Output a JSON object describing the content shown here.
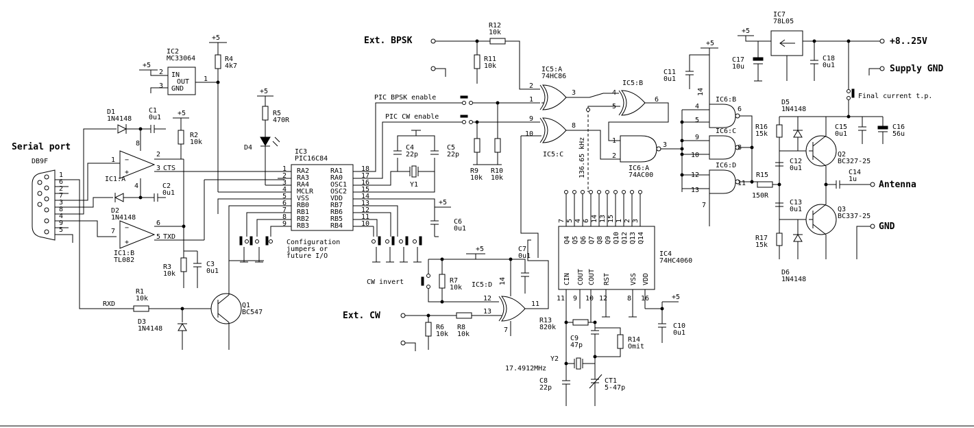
{
  "parts": {
    "ic1a": "IC1:A",
    "ic1b": "IC1:B",
    "ic1b_type": "TL082",
    "ic2": "IC2",
    "ic2_type": "MC33064",
    "ic2_in": "IN",
    "ic2_out": "OUT",
    "ic2_gnd": "GND",
    "ic3": "IC3",
    "ic3_type": "PIC16C84",
    "ic4": "IC4",
    "ic4_type": "74HC4060",
    "ic5a": "IC5:A",
    "ic5a_type": "74HC86",
    "ic5b": "IC5:B",
    "ic5c": "IC5:C",
    "ic5d": "IC5:D",
    "ic6a": "IC6:A",
    "ic6a_type": "74AC00",
    "ic6b": "IC6:B",
    "ic6c": "IC6:C",
    "ic6d": "IC6:D",
    "ic7": "IC7",
    "ic7_type": "78L05",
    "r1": "R1",
    "r1_v": "10k",
    "r2": "R2",
    "r2_v": "10k",
    "r3": "R3",
    "r3_v": "10k",
    "r4": "R4",
    "r4_v": "4k7",
    "r5": "R5",
    "r5_v": "470R",
    "r6": "R6",
    "r6_v": "10k",
    "r7": "R7",
    "r7_v": "10k",
    "r8": "R8",
    "r8_v": "10k",
    "r9": "R9",
    "r9_v": "10k",
    "r10": "R10",
    "r10_v": "10k",
    "r11": "R11",
    "r11_v": "10k",
    "r12": "R12",
    "r12_v": "10k",
    "r13": "R13",
    "r13_v": "820k",
    "r14": "R14",
    "r14_v": "Omit",
    "r15": "R15",
    "r15_v": "150R",
    "r16": "R16",
    "r16_v": "15k",
    "r17": "R17",
    "r17_v": "15k",
    "c1": "C1",
    "c1_v": "0u1",
    "c2": "C2",
    "c2_v": "0u1",
    "c3": "C3",
    "c3_v": "0u1",
    "c4": "C4",
    "c4_v": "22p",
    "c5": "C5",
    "c5_v": "22p",
    "c6": "C6",
    "c6_v": "0u1",
    "c7": "C7",
    "c7_v": "0u1",
    "c8": "C8",
    "c8_v": "22p",
    "c9": "C9",
    "c9_v": "47p",
    "c10": "C10",
    "c10_v": "0u1",
    "c11": "C11",
    "c11_v": "0u1",
    "c12": "C12",
    "c12_v": "0u1",
    "c13": "C13",
    "c13_v": "0u1",
    "c14": "C14",
    "c14_v": "1u",
    "c15": "C15",
    "c15_v": "0u1",
    "c16": "C16",
    "c16_v": "56u",
    "c17": "C17",
    "c17_v": "10u",
    "c18": "C18",
    "c18_v": "0u1",
    "ct1": "CT1",
    "ct1_v": "5-47p",
    "d1": "D1",
    "d1_v": "1N4148",
    "d2": "D2",
    "d2_v": "1N4148",
    "d3": "D3",
    "d3_v": "1N4148",
    "d4": "D4",
    "d5": "D5",
    "d5_v": "1N4148",
    "d6": "D6",
    "d6_v": "1N4148",
    "q1": "Q1",
    "q1_v": "BC547",
    "q2": "Q2",
    "q2_v": "BC327-25",
    "q3": "Q3",
    "q3_v": "BC337-25",
    "y1": "Y1",
    "y2": "Y2",
    "y2_v": "17.4912MHz",
    "db9": "DB9F"
  },
  "pins": {
    "ic3_left": [
      "RA2",
      "RA3",
      "RA4",
      "MCLR",
      "VSS",
      "RB0",
      "RB1",
      "RB2",
      "RB3"
    ],
    "ic3_left_num": [
      "1",
      "2",
      "3",
      "4",
      "5",
      "6",
      "7",
      "8",
      "9"
    ],
    "ic3_right": [
      "RA1",
      "RA0",
      "OSC1",
      "OSC2",
      "VDD",
      "RB7",
      "RB6",
      "RB5",
      "RB4"
    ],
    "ic3_right_num": [
      "18",
      "17",
      "16",
      "15",
      "14",
      "13",
      "12",
      "11",
      "10"
    ],
    "ic4_top": [
      "Q4",
      "Q5",
      "Q6",
      "Q7",
      "Q8",
      "Q9",
      "Q10",
      "Q12",
      "Q13",
      "Q14"
    ],
    "ic4_top_num": [
      "7",
      "5",
      "4",
      "6",
      "14",
      "13",
      "15",
      "1",
      "2",
      "3"
    ],
    "ic4_bottom": [
      "CIN",
      "COUT",
      "COUT",
      "RST",
      "VSS",
      "VDD"
    ],
    "ic4_bottom_num": [
      "11",
      "9",
      "10",
      "12",
      "8",
      "16"
    ],
    "db9_num": [
      "1",
      "6",
      "2",
      "7",
      "3",
      "8",
      "4",
      "9",
      "5"
    ],
    "misc": {
      "n1": "1",
      "n2": "2",
      "n3": "3",
      "n4": "4",
      "n5": "5",
      "n6": "6",
      "n7": "7",
      "n8": "8",
      "n9": "9",
      "n10": "10",
      "n11": "11",
      "n12": "12",
      "n13": "13",
      "n14": "14"
    }
  },
  "signals": {
    "serial_port": "Serial port",
    "cts": "CTS",
    "txd": "TXD",
    "rxd": "RXD",
    "plus5": "+5",
    "ext_bpsk": "Ext. BPSK",
    "ext_cw": "Ext. CW",
    "pic_bpsk_enable": "PIC BPSK enable",
    "pic_cw_enable": "PIC CW enable",
    "cw_invert": "CW invert",
    "config_jumpers": [
      "Configuration",
      "jumpers or",
      "future I/O"
    ],
    "freq": "136.65 kHz",
    "supply_in": "+8..25V",
    "supply_gnd": "Supply GND",
    "final_current": "Final current t.p.",
    "antenna": "Antenna",
    "gnd": "GND"
  }
}
